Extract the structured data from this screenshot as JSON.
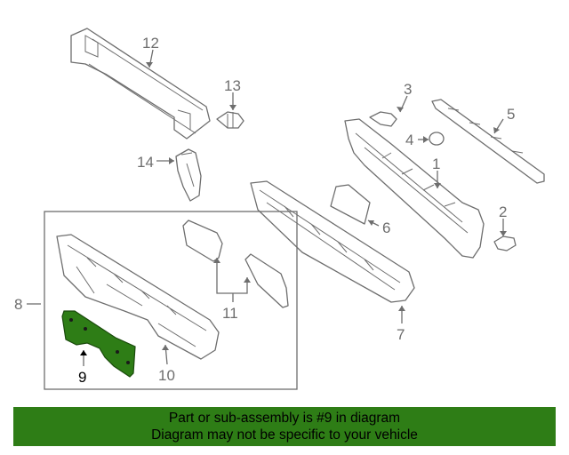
{
  "diagram": {
    "callouts": [
      {
        "id": "1",
        "text": "1"
      },
      {
        "id": "2",
        "text": "2"
      },
      {
        "id": "3",
        "text": "3"
      },
      {
        "id": "4",
        "text": "4"
      },
      {
        "id": "5",
        "text": "5"
      },
      {
        "id": "6",
        "text": "6"
      },
      {
        "id": "7",
        "text": "7"
      },
      {
        "id": "8",
        "text": "8"
      },
      {
        "id": "9",
        "text": "9"
      },
      {
        "id": "10",
        "text": "10"
      },
      {
        "id": "11",
        "text": "11"
      },
      {
        "id": "12",
        "text": "12"
      },
      {
        "id": "13",
        "text": "13"
      },
      {
        "id": "14",
        "text": "14"
      }
    ],
    "highlighted_part": "9"
  },
  "banner": {
    "line1": "Part or sub-assembly is #9 in diagram",
    "line2": "Diagram may not be specific to your vehicle"
  },
  "colors": {
    "highlight": "#2e7d16",
    "line": "#6e6e6e",
    "banner_bg": "#2e7d16"
  }
}
